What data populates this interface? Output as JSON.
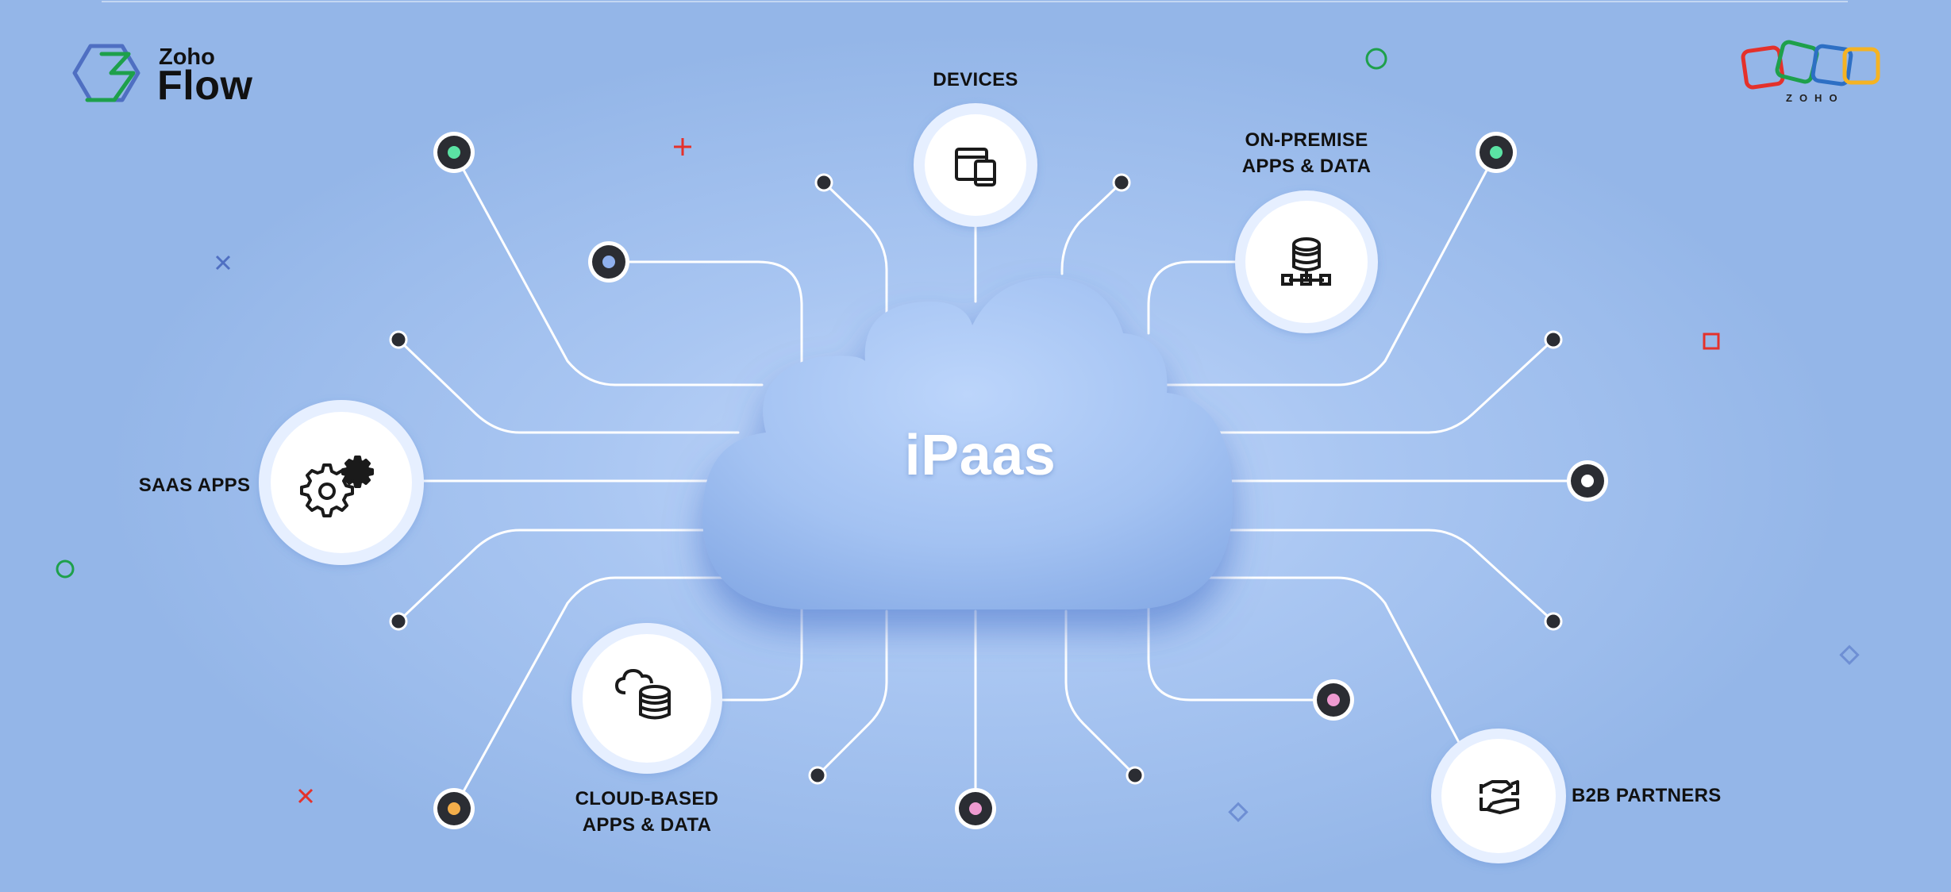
{
  "brand": {
    "product_prefix": "Zoho",
    "product_name": "Flow",
    "company_wordmark": "ZOHO"
  },
  "hub": {
    "title": "iPaas"
  },
  "categories": {
    "devices": {
      "label": "DEVICES",
      "icon": "devices-icon"
    },
    "on_premise": {
      "line1": "ON-PREMISE",
      "line2": "APPS & DATA",
      "icon": "database-network-icon"
    },
    "saas": {
      "label": "SAAS APPS",
      "icon": "gears-icon"
    },
    "cloud_based": {
      "line1": "CLOUD-BASED",
      "line2": "APPS & DATA",
      "icon": "cloud-database-icon"
    },
    "b2b": {
      "label": "B2B PARTNERS",
      "icon": "handshake-icon"
    }
  },
  "colors": {
    "accent_green": "#5be3a4",
    "accent_blue": "#8fb0ee",
    "accent_pink": "#ee9ad0",
    "accent_orange": "#f4ae4a",
    "node_dark": "#2b2d33",
    "line": "#ffffff",
    "zoho_red": "#e4312b",
    "zoho_green": "#1ea04b",
    "zoho_blue": "#2d6fc4",
    "zoho_yellow": "#f5b323"
  }
}
